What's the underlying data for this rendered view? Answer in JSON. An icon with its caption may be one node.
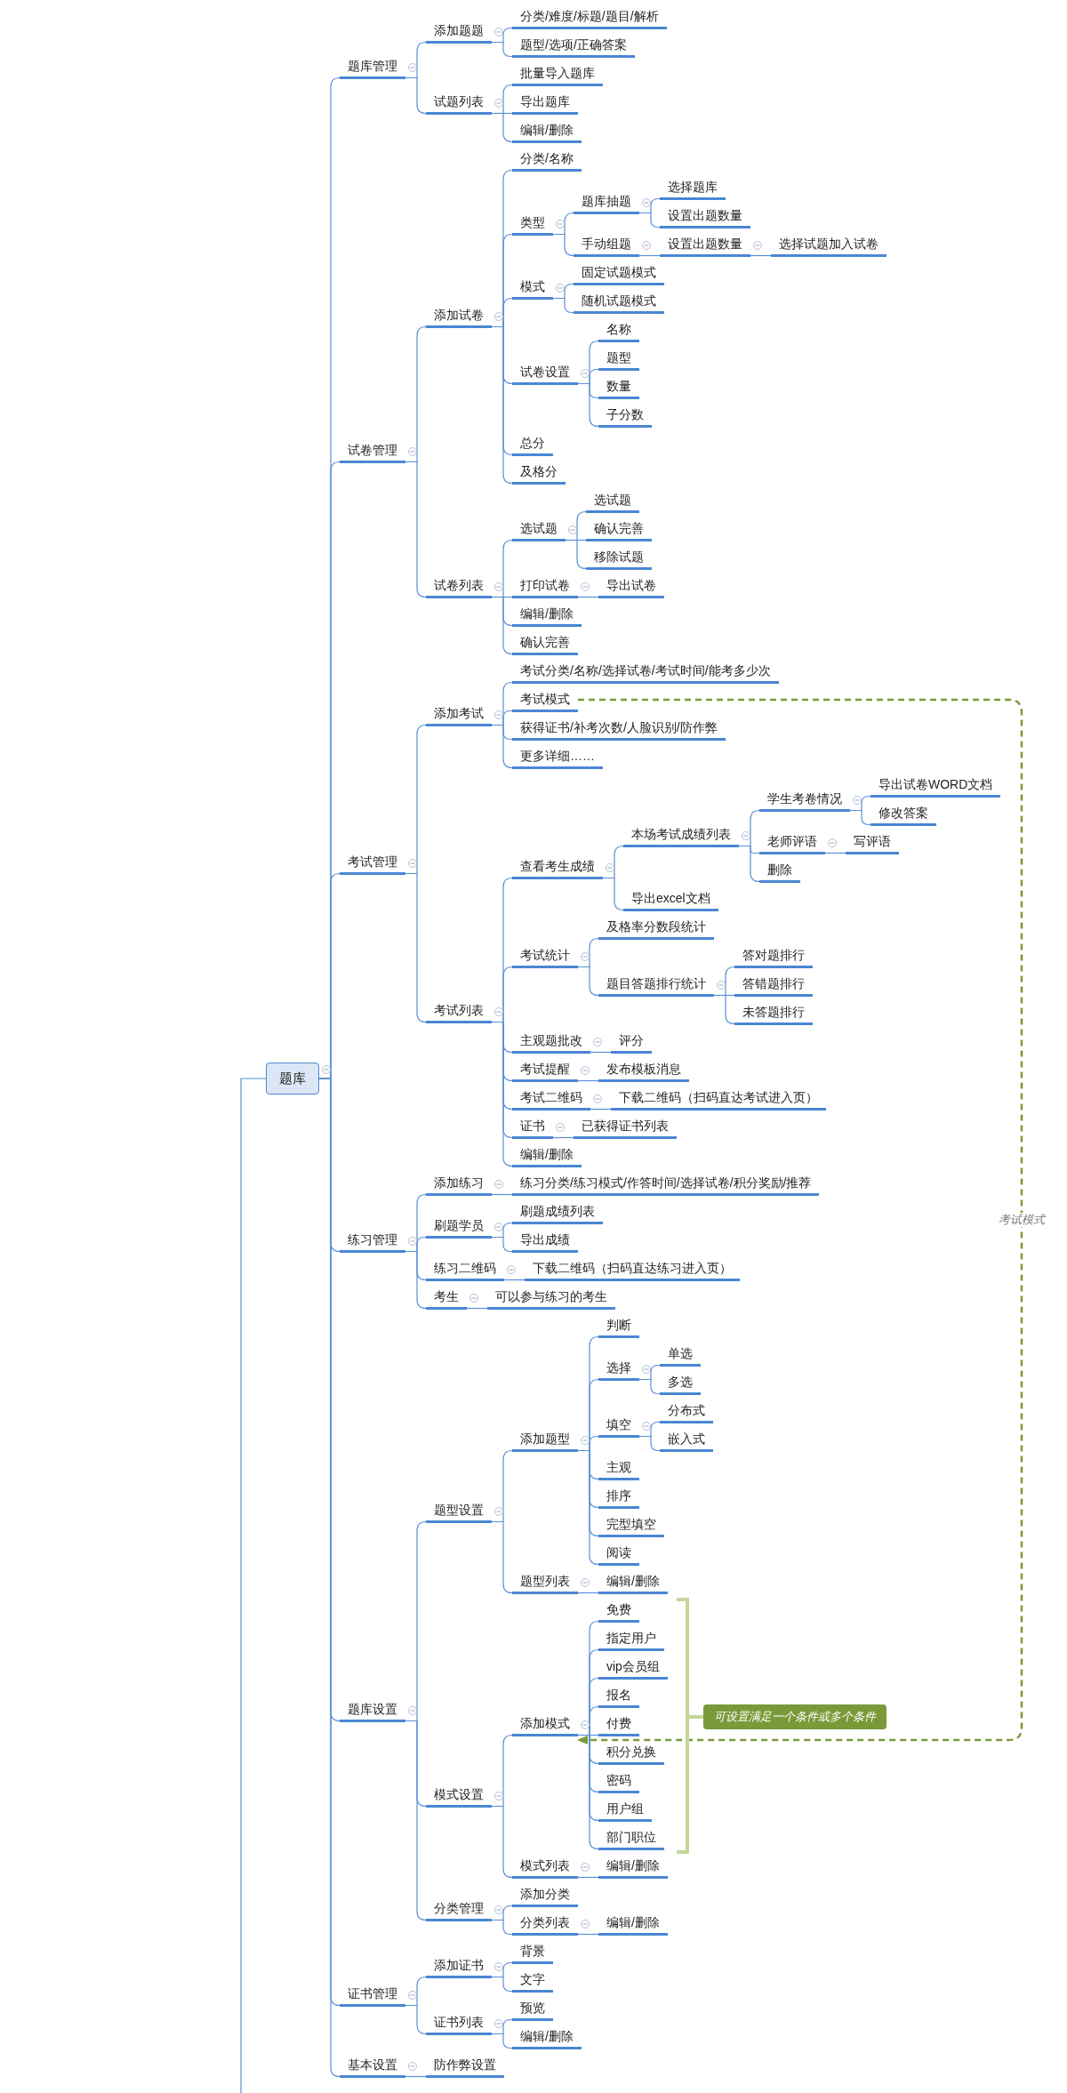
{
  "diagram": {
    "nodes": [
      {
        "text": [
          "题库"
        ]
      },
      {
        "text": [
          "题库管理"
        ]
      },
      {
        "text": [
          "添加题题"
        ]
      },
      {
        "text": [
          "分类/难度/标题/题目/解析"
        ]
      },
      {
        "text": [
          "题型/选项/正确答案"
        ]
      },
      {
        "text": [
          "试题列表"
        ]
      },
      {
        "text": [
          "批量导入题库"
        ]
      },
      {
        "text": [
          "导出题库"
        ]
      },
      {
        "text": [
          "编辑/删除"
        ]
      },
      {
        "text": [
          "试卷管理"
        ]
      },
      {
        "text": [
          "添加试卷"
        ]
      },
      {
        "text": [
          "分类/名称"
        ]
      },
      {
        "text": [
          "类型"
        ]
      },
      {
        "text": [
          "题库抽题"
        ]
      },
      {
        "text": [
          "选择题库"
        ]
      },
      {
        "text": [
          "设置出题数量"
        ]
      },
      {
        "text": [
          "手动组题"
        ]
      },
      {
        "text": [
          "设置出题数量"
        ]
      },
      {
        "text": [
          "选择试题加入试卷"
        ]
      },
      {
        "text": [
          "模式"
        ]
      },
      {
        "text": [
          "固定试题模式"
        ]
      },
      {
        "text": [
          "随机试题模式"
        ]
      },
      {
        "text": [
          "试卷设置"
        ]
      },
      {
        "text": [
          "名称"
        ]
      },
      {
        "text": [
          "题型"
        ]
      },
      {
        "text": [
          "数量"
        ]
      },
      {
        "text": [
          "子分数"
        ]
      },
      {
        "text": [
          "总分"
        ]
      },
      {
        "text": [
          "及格分"
        ]
      },
      {
        "text": [
          "试卷列表"
        ]
      },
      {
        "text": [
          "选试题"
        ]
      },
      {
        "text": [
          "选试题"
        ]
      },
      {
        "text": [
          "确认完善"
        ]
      },
      {
        "text": [
          "移除试题"
        ]
      },
      {
        "text": [
          "打印试卷"
        ]
      },
      {
        "text": [
          "导出试卷"
        ]
      },
      {
        "text": [
          "编辑/删除"
        ]
      },
      {
        "text": [
          "确认完善"
        ]
      },
      {
        "text": [
          "考试管理"
        ]
      },
      {
        "text": [
          "添加考试"
        ]
      },
      {
        "text": [
          "考试分类/名称/选择试卷/考试时间/能考多少次"
        ]
      },
      {
        "text": [
          "考试模式"
        ]
      },
      {
        "text": [
          "获得证书/补考次数/人脸识别/防作弊"
        ]
      },
      {
        "text": [
          "更多详细……"
        ]
      },
      {
        "text": [
          "考试列表"
        ]
      },
      {
        "text": [
          "查看考生成绩"
        ]
      },
      {
        "text": [
          "本场考试成绩列表"
        ]
      },
      {
        "text": [
          "学生考卷情况"
        ]
      },
      {
        "text": [
          "导出试卷WORD文档"
        ]
      },
      {
        "text": [
          "修改答案"
        ]
      },
      {
        "text": [
          "老师评语"
        ]
      },
      {
        "text": [
          "写评语"
        ]
      },
      {
        "text": [
          "删除"
        ]
      },
      {
        "text": [
          "导出excel文档"
        ]
      },
      {
        "text": [
          "考试统计"
        ]
      },
      {
        "text": [
          "及格率分数段统计"
        ]
      },
      {
        "text": [
          "题目答题排行统计"
        ]
      },
      {
        "text": [
          "答对题排行"
        ]
      },
      {
        "text": [
          "答错题排行"
        ]
      },
      {
        "text": [
          "未答题排行"
        ]
      },
      {
        "text": [
          "主观题批改"
        ]
      },
      {
        "text": [
          "评分"
        ]
      },
      {
        "text": [
          "考试提醒"
        ]
      },
      {
        "text": [
          "发布模板消息"
        ]
      },
      {
        "text": [
          "考试二维码"
        ]
      },
      {
        "text": [
          "下载二维码（扫码直达考试进入页）"
        ]
      },
      {
        "text": [
          "证书"
        ]
      },
      {
        "text": [
          "已获得证书列表"
        ]
      },
      {
        "text": [
          "编辑/删除"
        ]
      },
      {
        "text": [
          "练习管理"
        ]
      },
      {
        "text": [
          "添加练习"
        ]
      },
      {
        "text": [
          "练习分类/练习模式/作答时间/选择试卷/积分奖励/推荐"
        ]
      },
      {
        "text": [
          "刷题学员"
        ]
      },
      {
        "text": [
          "刷题成绩列表"
        ]
      },
      {
        "text": [
          "导出成绩"
        ]
      },
      {
        "text": [
          "练习二维码"
        ]
      },
      {
        "text": [
          "下载二维码（扫码直达练习进入页）"
        ]
      },
      {
        "text": [
          "考生"
        ]
      },
      {
        "text": [
          "可以参与练习的考生"
        ]
      },
      {
        "text": [
          "题库设置"
        ]
      },
      {
        "text": [
          "题型设置"
        ]
      },
      {
        "text": [
          "添加题型"
        ]
      },
      {
        "text": [
          "判断"
        ]
      },
      {
        "text": [
          "选择"
        ]
      },
      {
        "text": [
          "单选"
        ]
      },
      {
        "text": [
          "多选"
        ]
      },
      {
        "text": [
          "填空"
        ]
      },
      {
        "text": [
          "分布式"
        ]
      },
      {
        "text": [
          "嵌入式"
        ]
      },
      {
        "text": [
          "主观"
        ]
      },
      {
        "text": [
          "排序"
        ]
      },
      {
        "text": [
          "完型填空"
        ]
      },
      {
        "text": [
          "阅读"
        ]
      },
      {
        "text": [
          "题型列表"
        ]
      },
      {
        "text": [
          "编辑/删除"
        ]
      },
      {
        "text": [
          "模式设置"
        ]
      },
      {
        "text": [
          "添加模式"
        ]
      },
      {
        "text": [
          "免费"
        ]
      },
      {
        "text": [
          "指定用户"
        ]
      },
      {
        "text": [
          "vip会员组"
        ]
      },
      {
        "text": [
          "报名"
        ]
      },
      {
        "text": [
          "付费"
        ]
      },
      {
        "text": [
          "积分兑换"
        ]
      },
      {
        "text": [
          "密码"
        ]
      },
      {
        "text": [
          "用户组"
        ]
      },
      {
        "text": [
          "部门职位"
        ]
      },
      {
        "text": [
          "模式列表"
        ]
      },
      {
        "text": [
          "编辑/删除"
        ]
      },
      {
        "text": [
          "分类管理"
        ]
      },
      {
        "text": [
          "添加分类"
        ]
      },
      {
        "text": [
          "分类列表"
        ]
      },
      {
        "text": [
          "编辑/删除"
        ]
      },
      {
        "text": [
          "证书管理"
        ]
      },
      {
        "text": [
          "添加证书"
        ]
      },
      {
        "text": [
          "背景"
        ]
      },
      {
        "text": [
          "文字"
        ]
      },
      {
        "text": [
          "证书列表"
        ]
      },
      {
        "text": [
          "预览"
        ]
      },
      {
        "text": [
          "编辑/删除"
        ]
      },
      {
        "text": [
          "基本设置"
        ]
      },
      {
        "text": [
          "防作弊设置"
        ]
      },
      {
        "text": [
          "可设置满足一个条件或多个条件"
        ]
      }
    ],
    "edges": [
      {
        "from": 0,
        "to": null,
        "arrow": "none"
      },
      {
        "from": 0,
        "to": 1,
        "arrow": "none"
      },
      {
        "from": 1,
        "to": 2,
        "arrow": "none"
      },
      {
        "from": 2,
        "to": 3,
        "arrow": "none"
      },
      {
        "from": 2,
        "to": 4,
        "arrow": "none"
      },
      {
        "from": 1,
        "to": 5,
        "arrow": "none"
      },
      {
        "from": 5,
        "to": 6,
        "arrow": "none"
      },
      {
        "from": 5,
        "to": 7,
        "arrow": "none"
      },
      {
        "from": 5,
        "to": 8,
        "arrow": "none"
      },
      {
        "from": 0,
        "to": 9,
        "arrow": "none"
      },
      {
        "from": 9,
        "to": 10,
        "arrow": "none"
      },
      {
        "from": 10,
        "to": 11,
        "arrow": "none"
      },
      {
        "from": 10,
        "to": 12,
        "arrow": "none"
      },
      {
        "from": 12,
        "to": 13,
        "arrow": "none"
      },
      {
        "from": 13,
        "to": 14,
        "arrow": "none"
      },
      {
        "from": 13,
        "to": 15,
        "arrow": "none"
      },
      {
        "from": 12,
        "to": 16,
        "arrow": "none"
      },
      {
        "from": 16,
        "to": 17,
        "arrow": "none"
      },
      {
        "from": 17,
        "to": 18,
        "arrow": "none"
      },
      {
        "from": 10,
        "to": 19,
        "arrow": "none"
      },
      {
        "from": 19,
        "to": 20,
        "arrow": "none"
      },
      {
        "from": 19,
        "to": 21,
        "arrow": "none"
      },
      {
        "from": 10,
        "to": 22,
        "arrow": "none"
      },
      {
        "from": 22,
        "to": 23,
        "arrow": "none"
      },
      {
        "from": 22,
        "to": 24,
        "arrow": "none"
      },
      {
        "from": 22,
        "to": 25,
        "arrow": "none"
      },
      {
        "from": 22,
        "to": 26,
        "arrow": "none"
      },
      {
        "from": 10,
        "to": 27,
        "arrow": "none"
      },
      {
        "from": 10,
        "to": 28,
        "arrow": "none"
      },
      {
        "from": 9,
        "to": 29,
        "arrow": "none"
      },
      {
        "from": 29,
        "to": 30,
        "arrow": "none"
      },
      {
        "from": 30,
        "to": 31,
        "arrow": "none"
      },
      {
        "from": 30,
        "to": 32,
        "arrow": "none"
      },
      {
        "from": 30,
        "to": 33,
        "arrow": "none"
      },
      {
        "from": 29,
        "to": 34,
        "arrow": "none"
      },
      {
        "from": 34,
        "to": 35,
        "arrow": "none"
      },
      {
        "from": 29,
        "to": 36,
        "arrow": "none"
      },
      {
        "from": 29,
        "to": 37,
        "arrow": "none"
      },
      {
        "from": 0,
        "to": 38,
        "arrow": "none"
      },
      {
        "from": 38,
        "to": 39,
        "arrow": "none"
      },
      {
        "from": 39,
        "to": 40,
        "arrow": "none"
      },
      {
        "from": 39,
        "to": 41,
        "arrow": "none"
      },
      {
        "from": 39,
        "to": 42,
        "arrow": "none"
      },
      {
        "from": 39,
        "to": 43,
        "arrow": "none"
      },
      {
        "from": 38,
        "to": 44,
        "arrow": "none"
      },
      {
        "from": 44,
        "to": 45,
        "arrow": "none"
      },
      {
        "from": 45,
        "to": 46,
        "arrow": "none"
      },
      {
        "from": 46,
        "to": 47,
        "arrow": "none"
      },
      {
        "from": 47,
        "to": 48,
        "arrow": "none"
      },
      {
        "from": 47,
        "to": 49,
        "arrow": "none"
      },
      {
        "from": 46,
        "to": 50,
        "arrow": "none"
      },
      {
        "from": 50,
        "to": 51,
        "arrow": "none"
      },
      {
        "from": 46,
        "to": 52,
        "arrow": "none"
      },
      {
        "from": 45,
        "to": 53,
        "arrow": "none"
      },
      {
        "from": 44,
        "to": 54,
        "arrow": "none"
      },
      {
        "from": 54,
        "to": 55,
        "arrow": "none"
      },
      {
        "from": 54,
        "to": 56,
        "arrow": "none"
      },
      {
        "from": 56,
        "to": 57,
        "arrow": "none"
      },
      {
        "from": 56,
        "to": 58,
        "arrow": "none"
      },
      {
        "from": 56,
        "to": 59,
        "arrow": "none"
      },
      {
        "from": 44,
        "to": 60,
        "arrow": "none"
      },
      {
        "from": 60,
        "to": 61,
        "arrow": "none"
      },
      {
        "from": 44,
        "to": 62,
        "arrow": "none"
      },
      {
        "from": 62,
        "to": 63,
        "arrow": "none"
      },
      {
        "from": 44,
        "to": 64,
        "arrow": "none"
      },
      {
        "from": 64,
        "to": 65,
        "arrow": "none"
      },
      {
        "from": 44,
        "to": 66,
        "arrow": "none"
      },
      {
        "from": 66,
        "to": 67,
        "arrow": "none"
      },
      {
        "from": 44,
        "to": 68,
        "arrow": "none"
      },
      {
        "from": 0,
        "to": 69,
        "arrow": "none"
      },
      {
        "from": 69,
        "to": 70,
        "arrow": "none"
      },
      {
        "from": 70,
        "to": 71,
        "arrow": "none"
      },
      {
        "from": 69,
        "to": 72,
        "arrow": "none"
      },
      {
        "from": 72,
        "to": 73,
        "arrow": "none"
      },
      {
        "from": 72,
        "to": 74,
        "arrow": "none"
      },
      {
        "from": 69,
        "to": 75,
        "arrow": "none"
      },
      {
        "from": 75,
        "to": 76,
        "arrow": "none"
      },
      {
        "from": 69,
        "to": 77,
        "arrow": "none"
      },
      {
        "from": 77,
        "to": 78,
        "arrow": "none"
      },
      {
        "from": 0,
        "to": 79,
        "arrow": "none"
      },
      {
        "from": 79,
        "to": 80,
        "arrow": "none"
      },
      {
        "from": 80,
        "to": 81,
        "arrow": "none"
      },
      {
        "from": 81,
        "to": 82,
        "arrow": "none"
      },
      {
        "from": 81,
        "to": 83,
        "arrow": "none"
      },
      {
        "from": 83,
        "to": 84,
        "arrow": "none"
      },
      {
        "from": 83,
        "to": 85,
        "arrow": "none"
      },
      {
        "from": 81,
        "to": 86,
        "arrow": "none"
      },
      {
        "from": 86,
        "to": 87,
        "arrow": "none"
      },
      {
        "from": 86,
        "to": 88,
        "arrow": "none"
      },
      {
        "from": 81,
        "to": 89,
        "arrow": "none"
      },
      {
        "from": 81,
        "to": 90,
        "arrow": "none"
      },
      {
        "from": 81,
        "to": 91,
        "arrow": "none"
      },
      {
        "from": 81,
        "to": 92,
        "arrow": "none"
      },
      {
        "from": 80,
        "to": 93,
        "arrow": "none"
      },
      {
        "from": 93,
        "to": 94,
        "arrow": "none"
      },
      {
        "from": 79,
        "to": 95,
        "arrow": "none"
      },
      {
        "from": 95,
        "to": 96,
        "arrow": "none"
      },
      {
        "from": 96,
        "to": 97,
        "arrow": "none"
      },
      {
        "from": 96,
        "to": 98,
        "arrow": "none"
      },
      {
        "from": 96,
        "to": 99,
        "arrow": "none"
      },
      {
        "from": 96,
        "to": 100,
        "arrow": "none"
      },
      {
        "from": 96,
        "to": 101,
        "arrow": "none"
      },
      {
        "from": 96,
        "to": 102,
        "arrow": "none"
      },
      {
        "from": 96,
        "to": 103,
        "arrow": "none"
      },
      {
        "from": 96,
        "to": 104,
        "arrow": "none"
      },
      {
        "from": 96,
        "to": 105,
        "arrow": "none"
      },
      {
        "from": 95,
        "to": 106,
        "arrow": "none"
      },
      {
        "from": 106,
        "to": 107,
        "arrow": "none"
      },
      {
        "from": 79,
        "to": 108,
        "arrow": "none"
      },
      {
        "from": 108,
        "to": 109,
        "arrow": "none"
      },
      {
        "from": 108,
        "to": 110,
        "arrow": "none"
      },
      {
        "from": 110,
        "to": 111,
        "arrow": "none"
      },
      {
        "from": 0,
        "to": 112,
        "arrow": "none"
      },
      {
        "from": 112,
        "to": 113,
        "arrow": "none"
      },
      {
        "from": 113,
        "to": 114,
        "arrow": "none"
      },
      {
        "from": 113,
        "to": 115,
        "arrow": "none"
      },
      {
        "from": 112,
        "to": 116,
        "arrow": "none"
      },
      {
        "from": 116,
        "to": 117,
        "arrow": "none"
      },
      {
        "from": 116,
        "to": 118,
        "arrow": "none"
      },
      {
        "from": 0,
        "to": 119,
        "arrow": "none"
      },
      {
        "from": 119,
        "to": 120,
        "arrow": "none"
      },
      {
        "from": 41,
        "to": 96,
        "arrow": "to",
        "label": "考试模式",
        "style": "dashed",
        "color": "#7a9a3a"
      }
    ]
  }
}
